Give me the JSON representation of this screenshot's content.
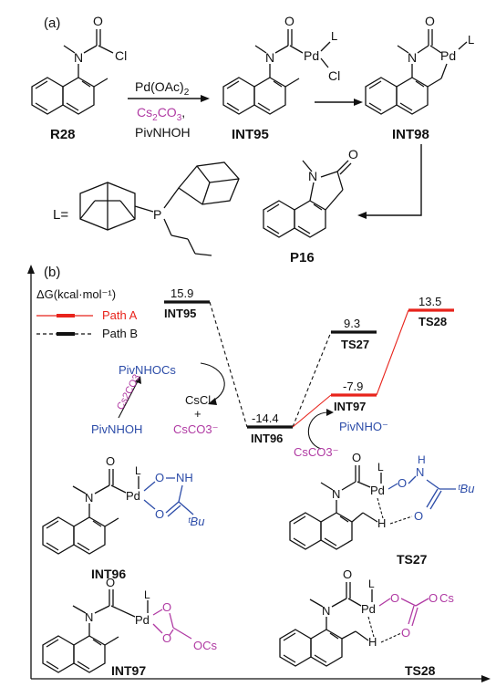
{
  "panel_a": {
    "tag": "(a)",
    "compounds": {
      "r28": "R28",
      "int95": "INT95",
      "int98": "INT98",
      "p16": "P16"
    },
    "reagent_top": "Pd(OAc)",
    "reagent_top_sub": "2",
    "reagent_mid_a": "Cs",
    "reagent_mid_b": "CO",
    "reagent_mid_c": "3",
    "reagent_mid_end": ",",
    "reagent_bottom": "PivNHOH",
    "ligand_label": "L="
  },
  "panel_b": {
    "tag": "(b)",
    "legend": {
      "title": "ΔG(kcal·mol⁻¹)",
      "path_a": "Path A",
      "path_b": "Path B"
    },
    "levels": {
      "int95": {
        "label": "INT95",
        "value": "15.9"
      },
      "int96": {
        "label": "INT96",
        "value": "-14.4"
      },
      "ts27": {
        "label": "TS27",
        "value": "9.3"
      },
      "int97": {
        "label": "INT97",
        "value": "-7.9"
      },
      "ts28": {
        "label": "TS28",
        "value": "13.5"
      }
    },
    "side_chem": {
      "pivnhocs": "PivNHOCs",
      "cs2co3": "Cs2CO3",
      "pivnhoh": "PivNHOH",
      "cscl": "CsCl",
      "plus": "+",
      "csco3": "CsCO3⁻",
      "csco3_b": "CsCO3⁻",
      "pivnho": "PivNHO⁻"
    },
    "structures": {
      "int96": "INT96",
      "ts27": "TS27",
      "int97": "INT97",
      "ts28": "TS28"
    }
  },
  "colors": {
    "path_a": "#e8231b",
    "path_b": "#111111",
    "blue_text": "#2c4ca8",
    "magenta_text": "#b03aa3"
  }
}
